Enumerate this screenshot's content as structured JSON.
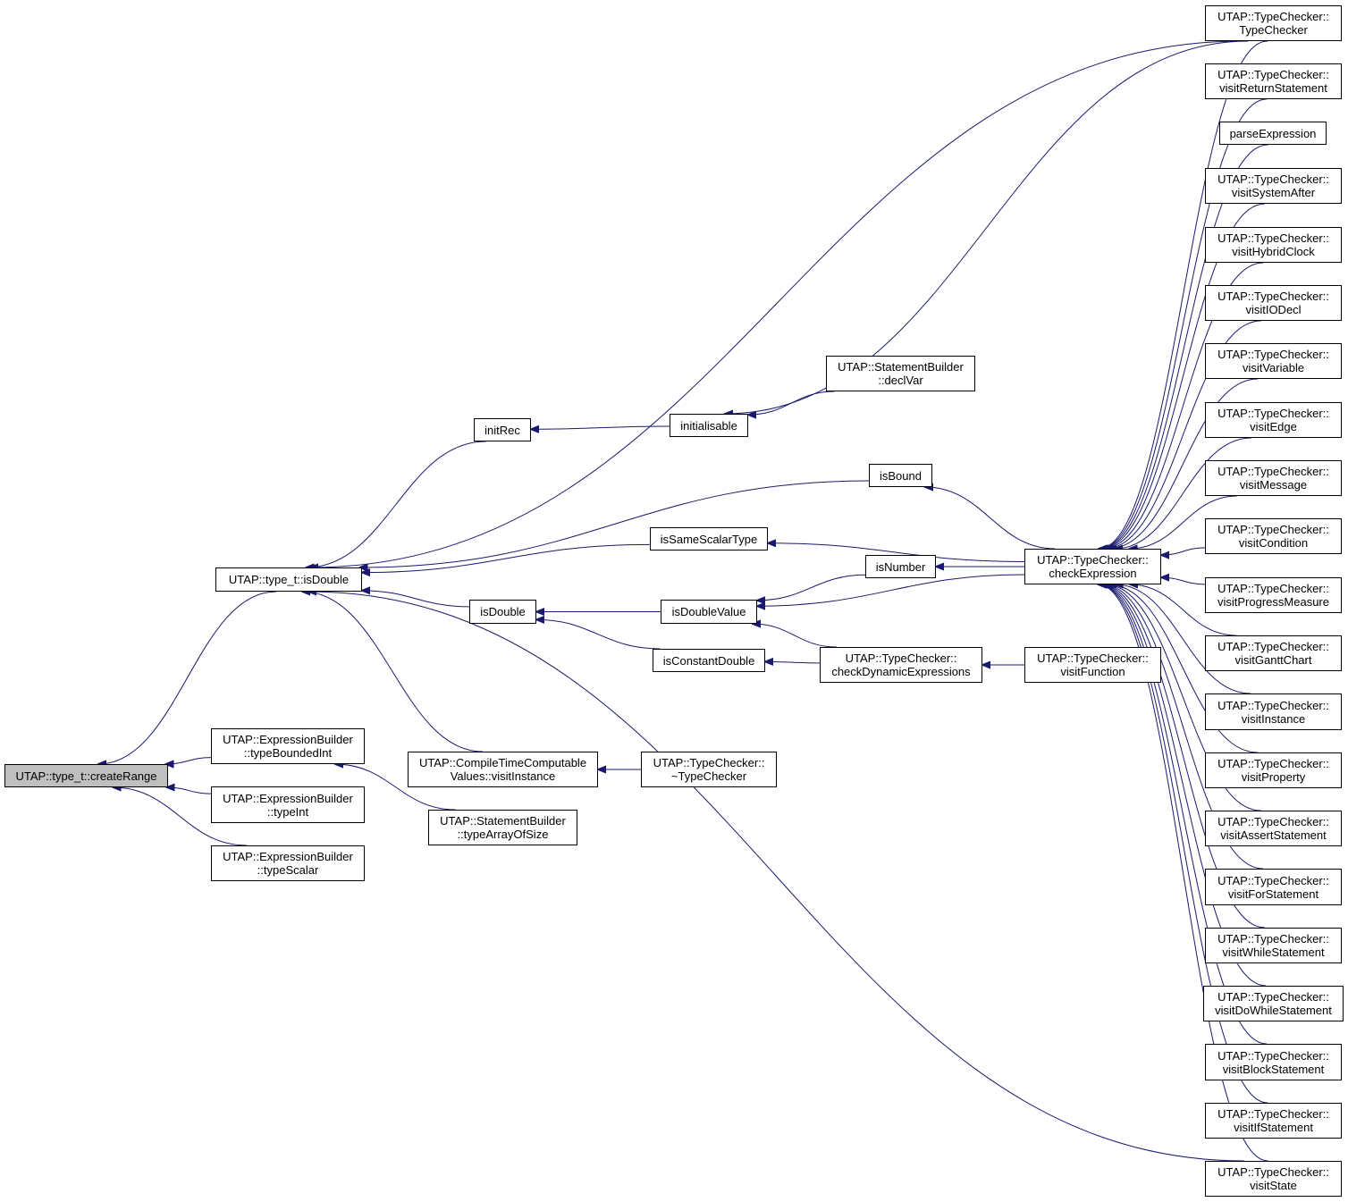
{
  "colors": {
    "edge": "#191970",
    "root_fill": "#bfbfbf",
    "node_fill": "#ffffff",
    "border": "#000000"
  },
  "nodes": {
    "createRange": {
      "lines": [
        "UTAP::type_t::createRange"
      ]
    },
    "isDoubleMember": {
      "lines": [
        "UTAP::type_t::isDouble"
      ]
    },
    "typeBoundedInt": {
      "lines": [
        "UTAP::ExpressionBuilder",
        "::typeBoundedInt"
      ]
    },
    "typeInt": {
      "lines": [
        "UTAP::ExpressionBuilder",
        "::typeInt"
      ]
    },
    "typeScalar": {
      "lines": [
        "UTAP::ExpressionBuilder",
        "::typeScalar"
      ]
    },
    "initRec": {
      "lines": [
        "initRec"
      ]
    },
    "initialisable": {
      "lines": [
        "initialisable"
      ]
    },
    "declVar": {
      "lines": [
        "UTAP::StatementBuilder",
        "::declVar"
      ]
    },
    "isBound": {
      "lines": [
        "isBound"
      ]
    },
    "isSameScalarType": {
      "lines": [
        "isSameScalarType"
      ]
    },
    "isNumber": {
      "lines": [
        "isNumber"
      ]
    },
    "isDoubleFree": {
      "lines": [
        "isDouble"
      ]
    },
    "isDoubleValue": {
      "lines": [
        "isDoubleValue"
      ]
    },
    "isConstantDouble": {
      "lines": [
        "isConstantDouble"
      ]
    },
    "checkDynamicExpressions": {
      "lines": [
        "UTAP::TypeChecker::",
        "checkDynamicExpressions"
      ]
    },
    "checkExpression": {
      "lines": [
        "UTAP::TypeChecker::",
        "checkExpression"
      ]
    },
    "visitFunction": {
      "lines": [
        "UTAP::TypeChecker::",
        "visitFunction"
      ]
    },
    "ctcvVisitInstance": {
      "lines": [
        "UTAP::CompileTimeComputable",
        "Values::visitInstance"
      ]
    },
    "dtorTypeChecker": {
      "lines": [
        "UTAP::TypeChecker::",
        "~TypeChecker"
      ]
    },
    "typeArrayOfSize": {
      "lines": [
        "UTAP::StatementBuilder",
        "::typeArrayOfSize"
      ]
    },
    "ctorTypeChecker": {
      "lines": [
        "UTAP::TypeChecker::",
        "TypeChecker"
      ]
    },
    "visitReturnStatement": {
      "lines": [
        "UTAP::TypeChecker::",
        "visitReturnStatement"
      ]
    },
    "parseExpression": {
      "lines": [
        "parseExpression"
      ]
    },
    "visitSystemAfter": {
      "lines": [
        "UTAP::TypeChecker::",
        "visitSystemAfter"
      ]
    },
    "visitHybridClock": {
      "lines": [
        "UTAP::TypeChecker::",
        "visitHybridClock"
      ]
    },
    "visitIODecl": {
      "lines": [
        "UTAP::TypeChecker::",
        "visitIODecl"
      ]
    },
    "visitVariable": {
      "lines": [
        "UTAP::TypeChecker::",
        "visitVariable"
      ]
    },
    "visitEdge": {
      "lines": [
        "UTAP::TypeChecker::",
        "visitEdge"
      ]
    },
    "visitMessage": {
      "lines": [
        "UTAP::TypeChecker::",
        "visitMessage"
      ]
    },
    "visitCondition": {
      "lines": [
        "UTAP::TypeChecker::",
        "visitCondition"
      ]
    },
    "visitProgressMeasure": {
      "lines": [
        "UTAP::TypeChecker::",
        "visitProgressMeasure"
      ]
    },
    "visitGanttChart": {
      "lines": [
        "UTAP::TypeChecker::",
        "visitGanttChart"
      ]
    },
    "visitInstance": {
      "lines": [
        "UTAP::TypeChecker::",
        "visitInstance"
      ]
    },
    "visitProperty": {
      "lines": [
        "UTAP::TypeChecker::",
        "visitProperty"
      ]
    },
    "visitAssertStatement": {
      "lines": [
        "UTAP::TypeChecker::",
        "visitAssertStatement"
      ]
    },
    "visitForStatement": {
      "lines": [
        "UTAP::TypeChecker::",
        "visitForStatement"
      ]
    },
    "visitWhileStatement": {
      "lines": [
        "UTAP::TypeChecker::",
        "visitWhileStatement"
      ]
    },
    "visitDoWhileStatement": {
      "lines": [
        "UTAP::TypeChecker::",
        "visitDoWhileStatement"
      ]
    },
    "visitBlockStatement": {
      "lines": [
        "UTAP::TypeChecker::",
        "visitBlockStatement"
      ]
    },
    "visitIfStatement": {
      "lines": [
        "UTAP::TypeChecker::",
        "visitIfStatement"
      ]
    },
    "visitState": {
      "lines": [
        "UTAP::TypeChecker::",
        "visitState"
      ]
    }
  },
  "edges": [
    [
      "isDoubleMember",
      "createRange"
    ],
    [
      "typeBoundedInt",
      "createRange"
    ],
    [
      "typeInt",
      "createRange"
    ],
    [
      "typeScalar",
      "createRange"
    ],
    [
      "ctorTypeChecker",
      "isDoubleMember"
    ],
    [
      "initRec",
      "isDoubleMember"
    ],
    [
      "isBound",
      "isDoubleMember"
    ],
    [
      "isSameScalarType",
      "isDoubleMember"
    ],
    [
      "isDoubleFree",
      "isDoubleMember"
    ],
    [
      "visitState",
      "isDoubleMember"
    ],
    [
      "ctcvVisitInstance",
      "isDoubleMember"
    ],
    [
      "typeArrayOfSize",
      "typeBoundedInt"
    ],
    [
      "initialisable",
      "initRec"
    ],
    [
      "declVar",
      "initialisable"
    ],
    [
      "ctorTypeChecker",
      "initialisable"
    ],
    [
      "checkExpression",
      "isBound"
    ],
    [
      "checkExpression",
      "isSameScalarType"
    ],
    [
      "checkExpression",
      "isNumber"
    ],
    [
      "checkExpression",
      "isDoubleValue"
    ],
    [
      "isNumber",
      "isDoubleValue"
    ],
    [
      "checkDynamicExpressions",
      "isDoubleValue"
    ],
    [
      "isDoubleValue",
      "isDoubleFree"
    ],
    [
      "isConstantDouble",
      "isDoubleFree"
    ],
    [
      "checkDynamicExpressions",
      "isConstantDouble"
    ],
    [
      "visitFunction",
      "checkDynamicExpressions"
    ],
    [
      "dtorTypeChecker",
      "ctcvVisitInstance"
    ],
    [
      "ctorTypeChecker",
      "checkExpression"
    ],
    [
      "visitReturnStatement",
      "checkExpression"
    ],
    [
      "parseExpression",
      "checkExpression"
    ],
    [
      "visitSystemAfter",
      "checkExpression"
    ],
    [
      "visitHybridClock",
      "checkExpression"
    ],
    [
      "visitIODecl",
      "checkExpression"
    ],
    [
      "visitVariable",
      "checkExpression"
    ],
    [
      "visitEdge",
      "checkExpression"
    ],
    [
      "visitMessage",
      "checkExpression"
    ],
    [
      "visitCondition",
      "checkExpression"
    ],
    [
      "visitProgressMeasure",
      "checkExpression"
    ],
    [
      "visitGanttChart",
      "checkExpression"
    ],
    [
      "visitInstance",
      "checkExpression"
    ],
    [
      "visitProperty",
      "checkExpression"
    ],
    [
      "visitAssertStatement",
      "checkExpression"
    ],
    [
      "visitForStatement",
      "checkExpression"
    ],
    [
      "visitWhileStatement",
      "checkExpression"
    ],
    [
      "visitDoWhileStatement",
      "checkExpression"
    ],
    [
      "visitBlockStatement",
      "checkExpression"
    ],
    [
      "visitIfStatement",
      "checkExpression"
    ],
    [
      "visitState",
      "checkExpression"
    ]
  ]
}
